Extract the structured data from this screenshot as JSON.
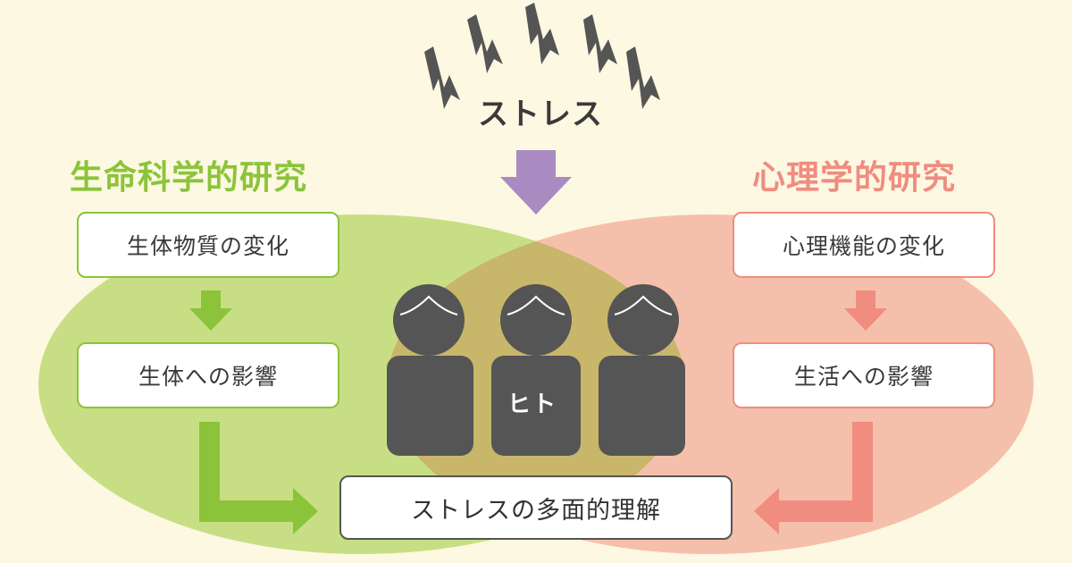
{
  "stress": {
    "label": "ストレス"
  },
  "biology": {
    "heading": "生命科学的研究",
    "step1": "生体物質の変化",
    "step2": "生体への影響"
  },
  "psychology": {
    "heading": "心理学的研究",
    "step1": "心理機能の変化",
    "step2": "生活への影響"
  },
  "human": {
    "label": "ヒト"
  },
  "result": {
    "label": "ストレスの多面的理解"
  },
  "colors": {
    "background": "#fdf8e1",
    "biology_accent": "#8bc43a",
    "biology_ellipse": "#c8de84",
    "psychology_accent": "#f08c80",
    "psychology_ellipse": "#f5c0ab",
    "overlap": "#c8b66a",
    "stress_arrow": "#a98bc2",
    "figures": "#555555"
  },
  "icons": [
    "lightning-bolt-icon",
    "person-icon"
  ]
}
